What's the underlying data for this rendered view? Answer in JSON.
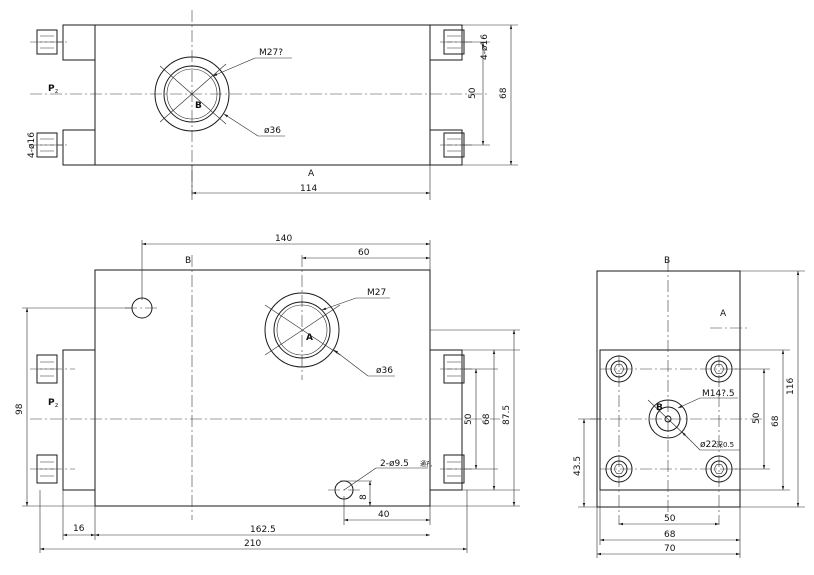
{
  "top_view": {
    "port_p_label": "P",
    "port_p_sub": "z",
    "port_b_label": "B",
    "thread_label": "M27?",
    "bore_label": "ø36",
    "section_label": "A",
    "dim_width": "114",
    "dim_height_inner": "50",
    "dim_height_outer": "68",
    "bolt_label_right": "4-ø16",
    "bolt_label_left": "4-ø16"
  },
  "front_view": {
    "section_label": "B",
    "port_p_label": "P",
    "port_p_sub": "z",
    "port_a_label": "A",
    "dim_140": "140",
    "dim_60": "60",
    "thread_label": "M27",
    "bore_label": "ø36",
    "dim_98": "98",
    "dim_50": "50",
    "dim_68": "68",
    "dim_87_5": "87.5",
    "hole_label": "2-ø9.5",
    "hole_note": "通孔",
    "dim_8": "8",
    "dim_40": "40",
    "dim_16": "16",
    "dim_162_5": "162.5",
    "dim_210": "210"
  },
  "side_view": {
    "section_b": "B",
    "section_a": "A",
    "port_b_label": "B",
    "thread_label": "M14?.5",
    "bore_label": "ø22",
    "bore_note": "深0.5",
    "dim_116": "116",
    "dim_68_v": "68",
    "dim_50_v": "50",
    "dim_43_5": "43.5",
    "dim_50_h": "50",
    "dim_68_h": "68",
    "dim_70": "70"
  }
}
